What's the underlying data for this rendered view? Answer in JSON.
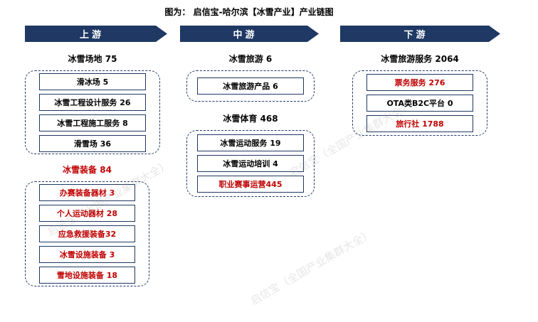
{
  "title": "图为： 启信宝-哈尔滨【冰雪产业】产业链图",
  "watermark": "启信宝（全国产业集群大全）",
  "colors": {
    "navy": "#1f3864",
    "red": "#c00000"
  },
  "columns": {
    "upstream": {
      "banner": "上游",
      "groups": [
        {
          "header": "冰雪场地 75",
          "items": [
            {
              "label": "滑冰场 5"
            },
            {
              "label": "冰雪工程设计服务 26"
            },
            {
              "label": "冰雪工程施工服务 8"
            },
            {
              "label": "滑雪场 36"
            }
          ]
        },
        {
          "header": "冰雪装备 84",
          "items": [
            {
              "label": "办赛装备器材 3"
            },
            {
              "label": "个人运动器材 28"
            },
            {
              "label": "应急救援装备32"
            },
            {
              "label": "冰雪设施装备 3"
            },
            {
              "label": "雪地设施装备 18"
            }
          ]
        }
      ]
    },
    "midstream": {
      "banner": "中游",
      "groups": [
        {
          "header": "冰雪旅游 6",
          "items": [
            {
              "label": "冰雪旅游产品 6"
            }
          ]
        },
        {
          "header": "冰雪体育 468",
          "items": [
            {
              "label": "冰雪运动服务 19"
            },
            {
              "label": "冰雪运动培训 4"
            },
            {
              "label": "职业赛事运营445"
            }
          ]
        }
      ]
    },
    "downstream": {
      "banner": "下游",
      "groups": [
        {
          "header": "冰雪旅游服务 2064",
          "items": [
            {
              "label": "票务服务 276"
            },
            {
              "label": "OTA类B2C平台 0"
            },
            {
              "label": "旅行社 1788"
            }
          ]
        }
      ]
    }
  }
}
